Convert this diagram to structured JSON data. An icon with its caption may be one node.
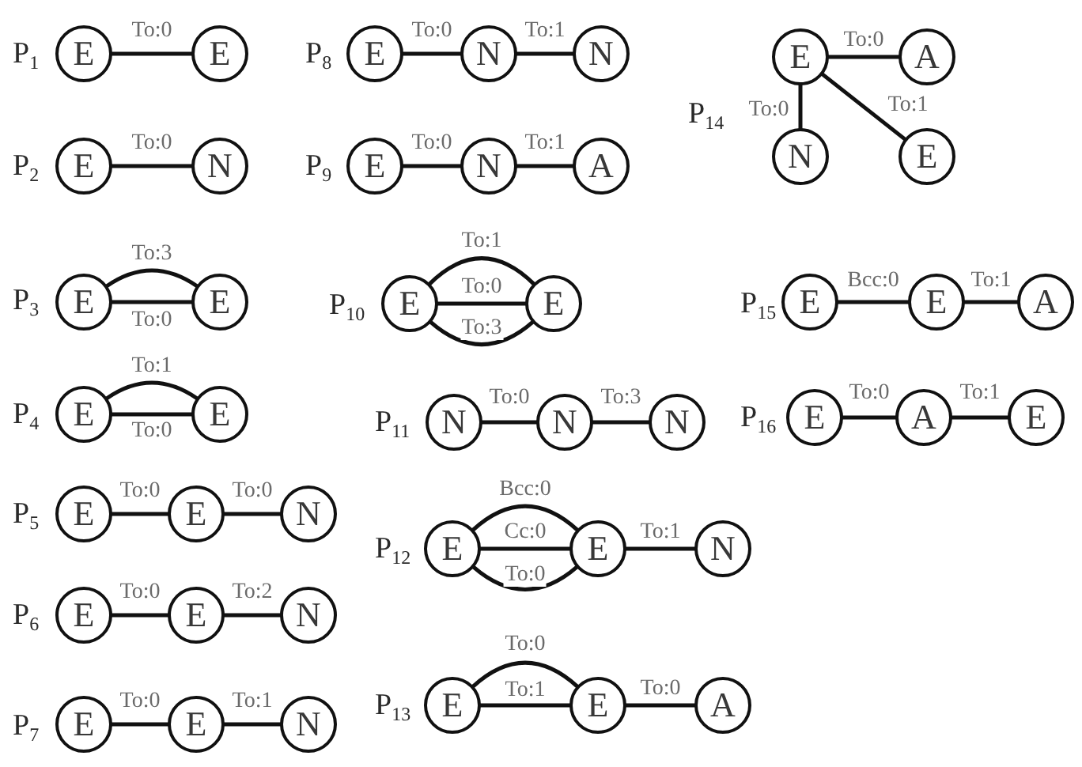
{
  "diagram": {
    "nodes": [
      {
        "text": [
          "E"
        ]
      },
      {
        "text": [
          "E"
        ]
      },
      {
        "text": [
          "E"
        ]
      },
      {
        "text": [
          "N"
        ]
      },
      {
        "text": [
          "E"
        ]
      },
      {
        "text": [
          "E"
        ]
      },
      {
        "text": [
          "E"
        ]
      },
      {
        "text": [
          "E"
        ]
      },
      {
        "text": [
          "E"
        ]
      },
      {
        "text": [
          "E"
        ]
      },
      {
        "text": [
          "N"
        ]
      },
      {
        "text": [
          "E"
        ]
      },
      {
        "text": [
          "E"
        ]
      },
      {
        "text": [
          "N"
        ]
      },
      {
        "text": [
          "E"
        ]
      },
      {
        "text": [
          "E"
        ]
      },
      {
        "text": [
          "N"
        ]
      },
      {
        "text": [
          "E"
        ]
      },
      {
        "text": [
          "N"
        ]
      },
      {
        "text": [
          "N"
        ]
      },
      {
        "text": [
          "E"
        ]
      },
      {
        "text": [
          "N"
        ]
      },
      {
        "text": [
          "A"
        ]
      },
      {
        "text": [
          "E"
        ]
      },
      {
        "text": [
          "E"
        ]
      },
      {
        "text": [
          "N"
        ]
      },
      {
        "text": [
          "N"
        ]
      },
      {
        "text": [
          "N"
        ]
      },
      {
        "text": [
          "E"
        ]
      },
      {
        "text": [
          "E"
        ]
      },
      {
        "text": [
          "N"
        ]
      },
      {
        "text": [
          "E"
        ]
      },
      {
        "text": [
          "E"
        ]
      },
      {
        "text": [
          "A"
        ]
      },
      {
        "text": [
          "E"
        ]
      },
      {
        "text": [
          "A"
        ]
      },
      {
        "text": [
          "N"
        ]
      },
      {
        "text": [
          "E"
        ]
      },
      {
        "text": [
          "E"
        ]
      },
      {
        "text": [
          "E"
        ]
      },
      {
        "text": [
          "A"
        ]
      },
      {
        "text": [
          "E"
        ]
      },
      {
        "text": [
          "A"
        ]
      },
      {
        "text": [
          "E"
        ]
      }
    ],
    "edges": [
      {
        "from": 0,
        "to": 1,
        "arrow": "none",
        "label": "To:0"
      },
      {
        "from": 2,
        "to": 3,
        "arrow": "none",
        "label": "To:0"
      },
      {
        "from": 4,
        "to": 5,
        "arrow": "none",
        "label": "To:3"
      },
      {
        "from": 4,
        "to": 5,
        "arrow": "none",
        "label": "To:0"
      },
      {
        "from": 6,
        "to": 7,
        "arrow": "none",
        "label": "To:1"
      },
      {
        "from": 6,
        "to": 7,
        "arrow": "none",
        "label": "To:0"
      },
      {
        "from": 8,
        "to": 9,
        "arrow": "none",
        "label": "To:0"
      },
      {
        "from": 9,
        "to": 10,
        "arrow": "none",
        "label": "To:0"
      },
      {
        "from": 11,
        "to": 12,
        "arrow": "none",
        "label": "To:0"
      },
      {
        "from": 12,
        "to": 13,
        "arrow": "none",
        "label": "To:2"
      },
      {
        "from": 14,
        "to": 15,
        "arrow": "none",
        "label": "To:0"
      },
      {
        "from": 15,
        "to": 16,
        "arrow": "none",
        "label": "To:1"
      },
      {
        "from": 17,
        "to": 18,
        "arrow": "none",
        "label": "To:0"
      },
      {
        "from": 18,
        "to": 19,
        "arrow": "none",
        "label": "To:1"
      },
      {
        "from": 20,
        "to": 21,
        "arrow": "none",
        "label": "To:0"
      },
      {
        "from": 21,
        "to": 22,
        "arrow": "none",
        "label": "To:1"
      },
      {
        "from": 23,
        "to": 24,
        "arrow": "none",
        "label": "To:1"
      },
      {
        "from": 23,
        "to": 24,
        "arrow": "none",
        "label": "To:0"
      },
      {
        "from": 23,
        "to": 24,
        "arrow": "none",
        "label": "To:3"
      },
      {
        "from": 25,
        "to": 26,
        "arrow": "none",
        "label": "To:0"
      },
      {
        "from": 26,
        "to": 27,
        "arrow": "none",
        "label": "To:3"
      },
      {
        "from": 28,
        "to": 29,
        "arrow": "none",
        "label": "Bcc:0"
      },
      {
        "from": 28,
        "to": 29,
        "arrow": "none",
        "label": "Cc:0"
      },
      {
        "from": 28,
        "to": 29,
        "arrow": "none",
        "label": "To:0"
      },
      {
        "from": 29,
        "to": 30,
        "arrow": "none",
        "label": "To:1"
      },
      {
        "from": 31,
        "to": 32,
        "arrow": "none",
        "label": "To:0"
      },
      {
        "from": 31,
        "to": 32,
        "arrow": "none",
        "label": "To:1"
      },
      {
        "from": 32,
        "to": 33,
        "arrow": "none",
        "label": "To:0"
      },
      {
        "from": 34,
        "to": 35,
        "arrow": "none",
        "label": "To:0"
      },
      {
        "from": 34,
        "to": 36,
        "arrow": "none",
        "label": "To:0"
      },
      {
        "from": 34,
        "to": 37,
        "arrow": "none",
        "label": "To:1"
      },
      {
        "from": 38,
        "to": 39,
        "arrow": "none",
        "label": "Bcc:0"
      },
      {
        "from": 39,
        "to": 40,
        "arrow": "none",
        "label": "To:1"
      },
      {
        "from": 41,
        "to": 42,
        "arrow": "none",
        "label": "To:0"
      },
      {
        "from": 42,
        "to": 43,
        "arrow": "none",
        "label": "To:1"
      }
    ],
    "labels": [
      "P$_{1}$",
      "P$_{2}$",
      "P$_{3}$",
      "P$_{4}$",
      "P$_{5}$",
      "P$_{6}$",
      "P$_{7}$",
      "P$_{8}$",
      "P$_{9}$",
      "P$_{10}$",
      "P$_{11}$",
      "P$_{12}$",
      "P$_{13}$",
      "P$_{14}$",
      "P$_{15}$",
      "P$_{16}$"
    ]
  }
}
